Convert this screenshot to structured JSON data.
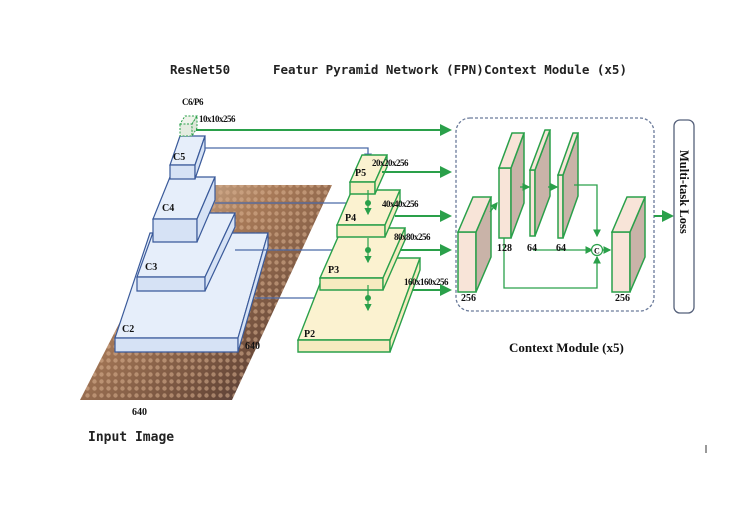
{
  "titles": {
    "resnet": "ResNet50",
    "fpn": "Featur Pyramid Network (FPN)",
    "context": "Context Module (x5)"
  },
  "resnet_layers": [
    "C6/P6",
    "C5",
    "C4",
    "C3",
    "C2"
  ],
  "fpn_layers": [
    "P5",
    "P4",
    "P3",
    "P2"
  ],
  "dimensions": {
    "c6": "10x10x256",
    "p5": "20x20x256",
    "p4": "40x40x256",
    "p3": "80x80x256",
    "p2": "160x160x256"
  },
  "input": {
    "label": "Input Image",
    "width": "640",
    "height": "640"
  },
  "context_module": {
    "caption": "Context Module (x5)",
    "channels": [
      "256",
      "128",
      "64",
      "64",
      "256"
    ],
    "concat_symbol": "C"
  },
  "output": {
    "label": "Multi-task Loss"
  },
  "colors": {
    "green": "#2aa04a",
    "blue": "#3a5a9a"
  }
}
